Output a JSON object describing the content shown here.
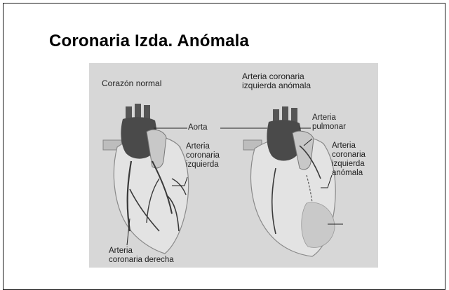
{
  "slide": {
    "title": "Coronaria Izda. Anómala"
  },
  "figure": {
    "left_panel": {
      "heading": "Corazón normal",
      "labels": {
        "aorta": "Aorta",
        "left_coronary": "Arteria\ncoronaria\nizquierda",
        "right_coronary": "Arteria\ncoronaria derecha"
      }
    },
    "right_panel": {
      "heading": "Arteria coronaria\nizquierda anómala",
      "labels": {
        "pulmonary": "Arteria\npulmonar",
        "anomalous_left_coronary": "Arteria\ncoronaria\nizquierda\nanómala"
      }
    },
    "colors": {
      "background": "#d7d7d7",
      "aorta": "#4a4a4a",
      "pulmonary": "#c4c4c4",
      "vessels": "#3a3a3a"
    }
  }
}
